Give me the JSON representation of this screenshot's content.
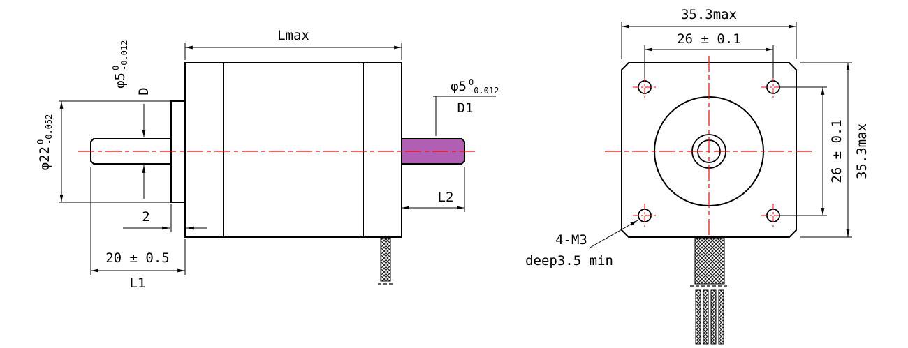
{
  "colors": {
    "line": "#000000",
    "centerline": "#ff0000",
    "rear_shaft_fill": "#b05fb3",
    "background": "#ffffff"
  },
  "side_view": {
    "length_dim": "Lmax",
    "pilot_dia": {
      "main": "φ22",
      "upper": "0",
      "lower": "-0.052"
    },
    "front_shaft_dia": {
      "main": "φ5",
      "upper": "0",
      "lower": "-0.012"
    },
    "front_shaft_name": "D",
    "pilot_depth": "2",
    "shaft_length": "20 ± 0.5",
    "shaft_length_name": "L1",
    "rear_shaft_dia": {
      "main": "φ5",
      "upper": "0",
      "lower": "-0.012"
    },
    "rear_shaft_name": "D1",
    "rear_length_name": "L2"
  },
  "front_view": {
    "body_width": "35.3max",
    "hole_spacing_top": "26 ± 0.1",
    "hole_spacing_side": "26 ± 0.1",
    "body_height": "35.3max",
    "hole_note_line1": "4-M3",
    "hole_note_line2": "deep3.5 min"
  }
}
